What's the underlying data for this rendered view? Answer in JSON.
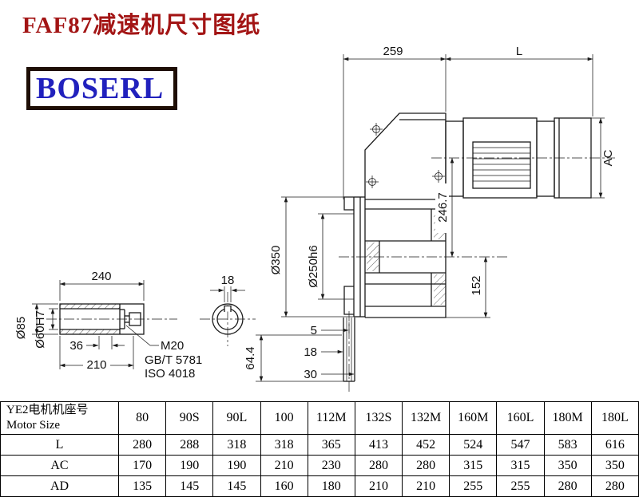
{
  "theme": {
    "background": "#ffffff",
    "line_color": "#1a1a1a",
    "title_color": "#a31515",
    "logo_color": "#2121bd",
    "logo_border_color": "#1e0e04"
  },
  "header": {
    "title": "FAF87减速机尺寸图纸",
    "logo_text": "BOSERL"
  },
  "drawing": {
    "main_view": {
      "dim_width": "259",
      "dim_motor_length": "L",
      "dim_motor_diameter": "AC",
      "dim_flange_od": "Ø350",
      "dim_spigot": "Ø250h6",
      "dim_height_246_7": "246.7",
      "dim_152": "152",
      "dim_5": "5",
      "dim_18": "18",
      "dim_30": "30",
      "dim_64_4": "64.4"
    },
    "shaft_view": {
      "dim_240": "240",
      "dim_keyway_18": "18",
      "dim_od_85": "Ø85",
      "dim_bore_60": "Ø60H7",
      "dim_36": "36",
      "dim_210": "210",
      "thread_label": "M20",
      "standard_gb": "GB/T 5781",
      "standard_iso": "ISO 4018"
    }
  },
  "table": {
    "row_header_cn": "YE2电机机座号",
    "row_header_en": "Motor Size",
    "motor_sizes": [
      "80",
      "90S",
      "90L",
      "100",
      "112M",
      "132S",
      "132M",
      "160M",
      "160L",
      "180M",
      "180L"
    ],
    "rows": [
      {
        "label": "L",
        "values": [
          "280",
          "288",
          "318",
          "318",
          "365",
          "413",
          "452",
          "524",
          "547",
          "583",
          "616"
        ]
      },
      {
        "label": "AC",
        "values": [
          "170",
          "190",
          "190",
          "210",
          "230",
          "280",
          "280",
          "315",
          "315",
          "350",
          "350"
        ]
      },
      {
        "label": "AD",
        "values": [
          "135",
          "145",
          "145",
          "160",
          "180",
          "210",
          "210",
          "255",
          "255",
          "280",
          "280"
        ]
      }
    ]
  }
}
